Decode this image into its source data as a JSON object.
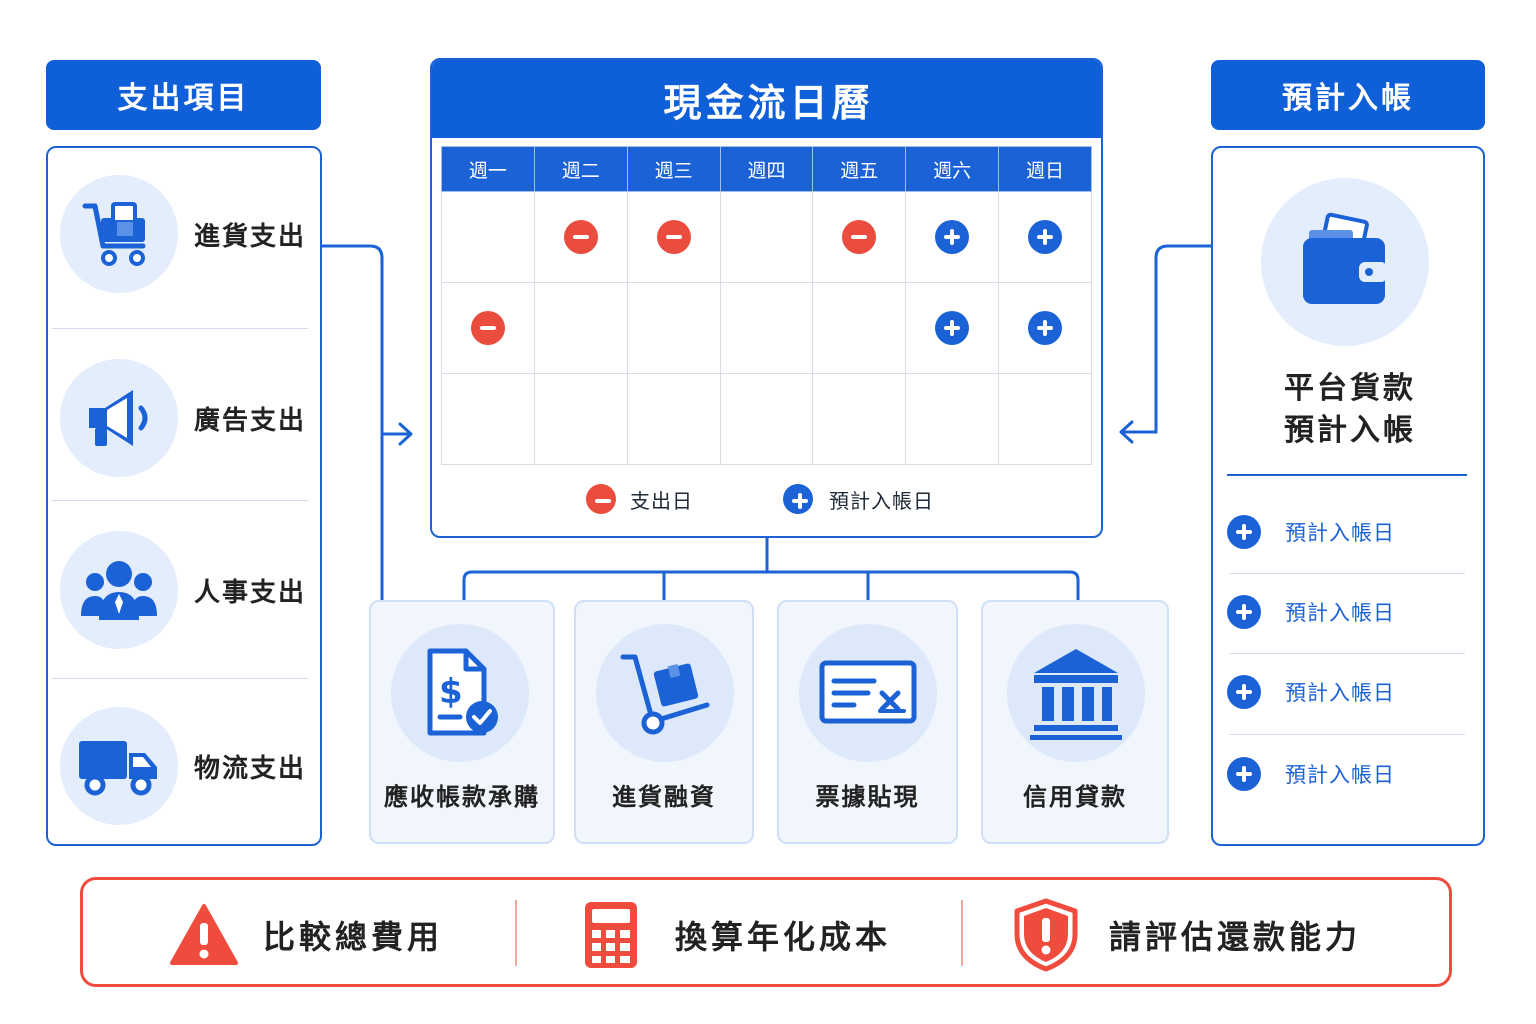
{
  "colors": {
    "primary": "#1a62d6",
    "header": "#0f5fd8",
    "expense_red": "#ea4d3d",
    "warning": "#f04c3e",
    "light_blue": "#e3edfb"
  },
  "expenses": {
    "title": "支出項目",
    "items": [
      {
        "label": "進貨支出",
        "icon": "shopping-cart-icon"
      },
      {
        "label": "廣告支出",
        "icon": "megaphone-icon"
      },
      {
        "label": "人事支出",
        "icon": "team-icon"
      },
      {
        "label": "物流支出",
        "icon": "truck-icon"
      }
    ]
  },
  "calendar": {
    "title": "現金流日曆",
    "days": [
      "週一",
      "週二",
      "週三",
      "週四",
      "週五",
      "週六",
      "週日"
    ],
    "rows": [
      [
        "",
        "minus",
        "minus",
        "",
        "minus",
        "plus",
        "plus"
      ],
      [
        "minus",
        "",
        "",
        "",
        "",
        "plus",
        "plus"
      ],
      [
        "",
        "",
        "",
        "",
        "",
        "",
        ""
      ]
    ],
    "legend": {
      "expense_label": "支出日",
      "income_label": "預計入帳日"
    }
  },
  "income": {
    "title": "預計入帳",
    "card_icon": "wallet-icon",
    "card_line1": "平台貨款",
    "card_line2": "預計入帳",
    "items": [
      "預計入帳日",
      "預計入帳日",
      "預計入帳日",
      "預計入帳日"
    ]
  },
  "financing": [
    {
      "label": "應收帳款承購",
      "icon": "invoice-check-icon"
    },
    {
      "label": "進貨融資",
      "icon": "hand-truck-icon"
    },
    {
      "label": "票據貼現",
      "icon": "cheque-icon"
    },
    {
      "label": "信用貸款",
      "icon": "bank-icon"
    }
  ],
  "tips": [
    {
      "label": "比較總費用",
      "icon": "warning-icon"
    },
    {
      "label": "換算年化成本",
      "icon": "calculator-icon"
    },
    {
      "label": "請評估還款能力",
      "icon": "shield-alert-icon"
    }
  ]
}
